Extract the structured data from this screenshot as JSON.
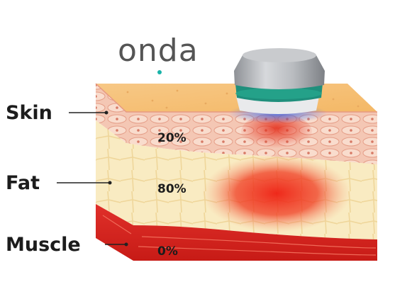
{
  "logo": {
    "text": "onda",
    "accent_color": "#19b3a9"
  },
  "layers": {
    "skin": {
      "label": "Skin",
      "percent": "20%",
      "color": "#f4c7b4"
    },
    "fat": {
      "label": "Fat",
      "percent": "80%",
      "color": "#f9ebc2"
    },
    "muscle": {
      "label": "Muscle",
      "percent": "0%",
      "color": "#d9231e"
    }
  },
  "colors": {
    "epidermis": "#f6c07a",
    "heat": "#ef2a1d",
    "probe_metal": "#a9acb0",
    "probe_band": "#1f8f7c",
    "probe_glow": "#2c5fd6"
  }
}
